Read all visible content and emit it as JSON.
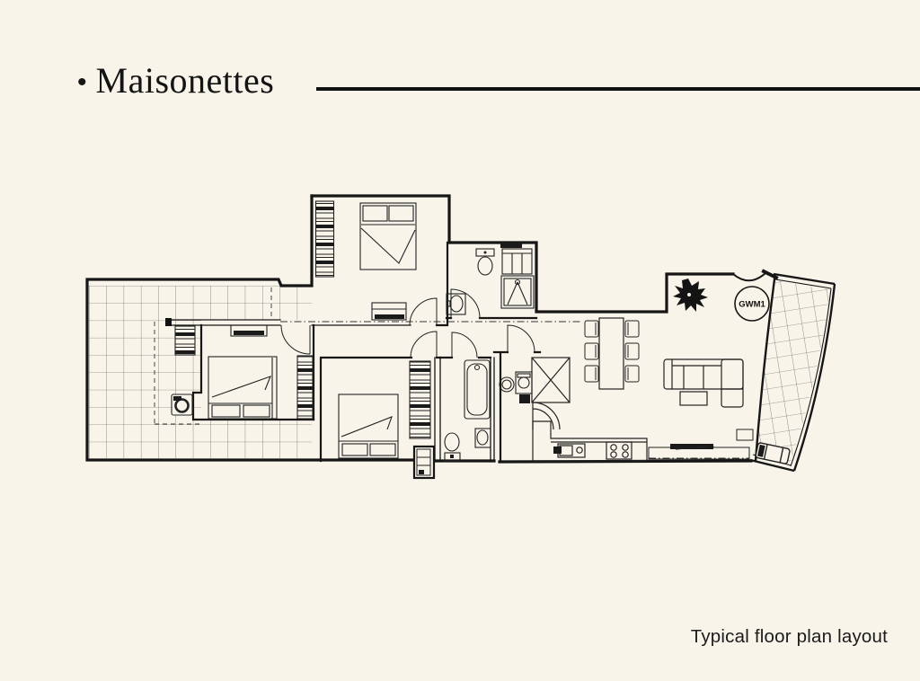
{
  "page": {
    "background_color": "#F8F4E9",
    "line_color": "#161616"
  },
  "header": {
    "bullet": "•",
    "title": "Maisonettes"
  },
  "footer": {
    "caption": "Typical floor plan layout"
  },
  "floor_plan": {
    "gwm1_label": "GWM1"
  }
}
